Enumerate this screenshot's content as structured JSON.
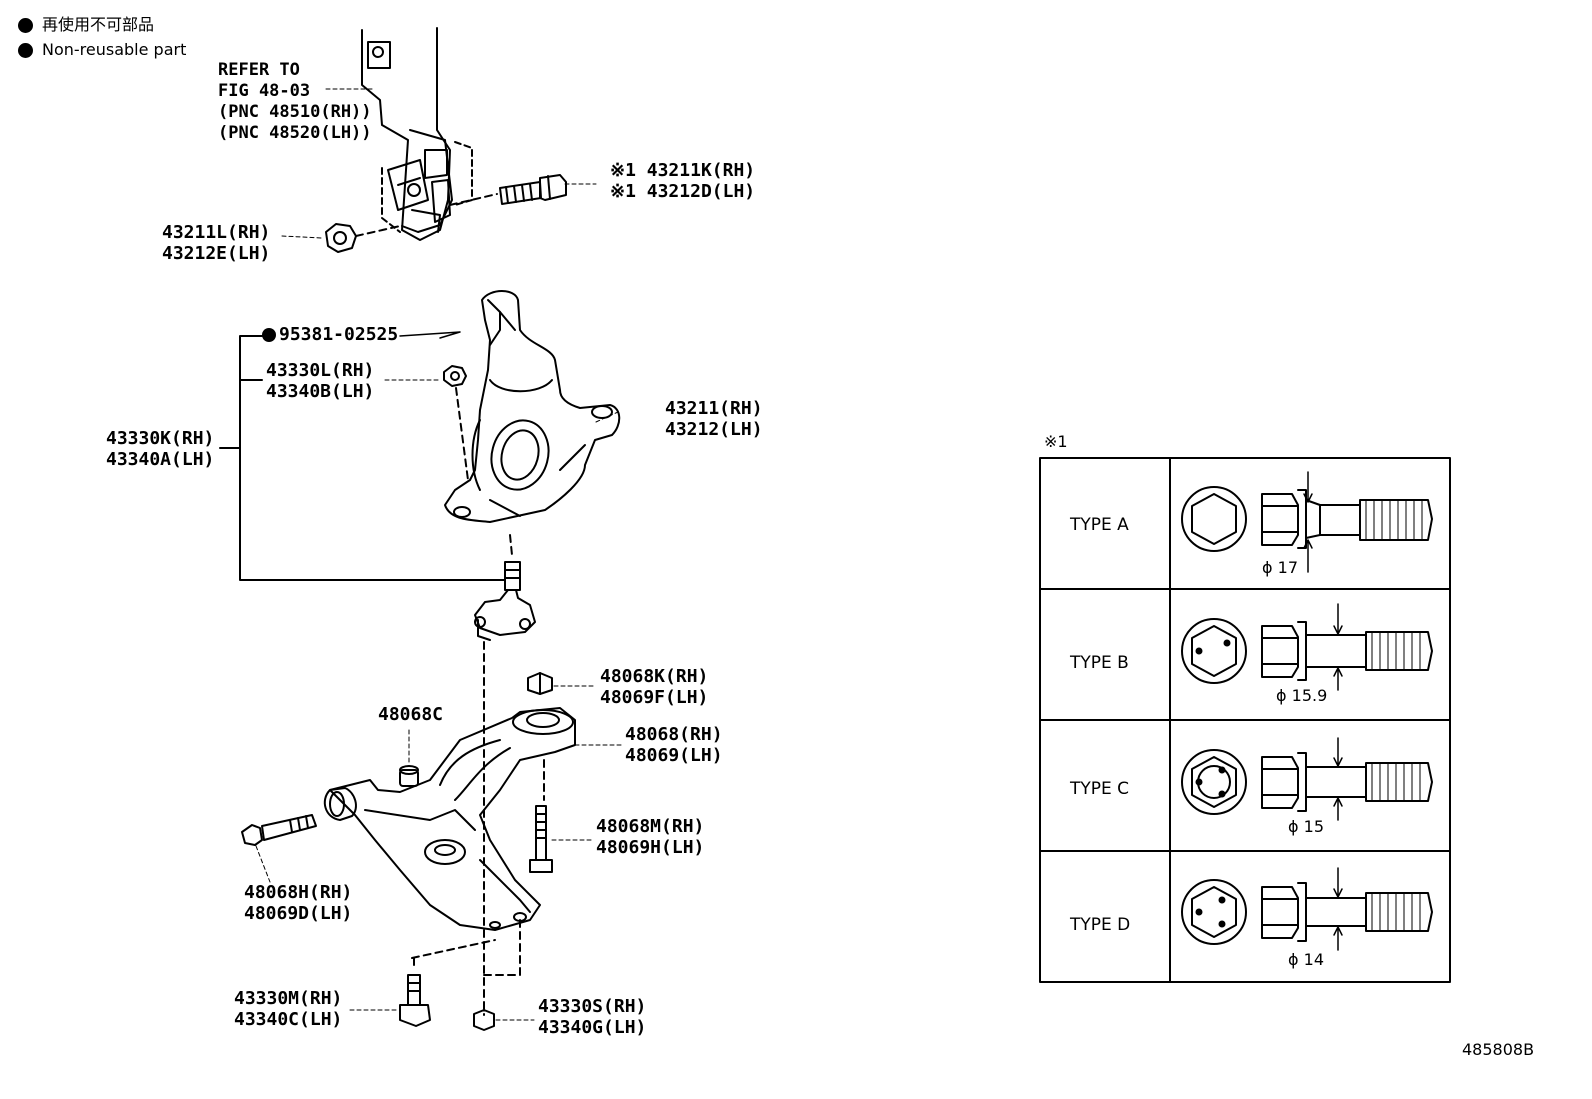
{
  "legend": {
    "jp": "再使用不可部品",
    "en": "Non-reusable part"
  },
  "refer": {
    "line1": "REFER TO",
    "line2": "FIG 48-03",
    "line3": "(PNC 48510(RH))",
    "line4": "(PNC 48520(LH))"
  },
  "labels": {
    "bolt_upper": {
      "rh": "※1 43211K(RH)",
      "lh": "※1 43212D(LH)"
    },
    "nut_upper": {
      "rh": "43211L(RH)",
      "lh": "43212E(LH)"
    },
    "pin": "95381-02525",
    "nut_knuckle": {
      "rh": "43330L(RH)",
      "lh": "43340B(LH)"
    },
    "ball_joint_assy": {
      "rh": "43330K(RH)",
      "lh": "43340A(LH)"
    },
    "knuckle": {
      "rh": "43211(RH)",
      "lh": "43212(LH)"
    },
    "nut_arm": {
      "rh": "48068K(RH)",
      "lh": "48069F(LH)"
    },
    "bushing": "48068C",
    "lower_arm": {
      "rh": "48068(RH)",
      "lh": "48069(LH)"
    },
    "bolt_rear": {
      "rh": "48068M(RH)",
      "lh": "48069H(LH)"
    },
    "bolt_front": {
      "rh": "48068H(RH)",
      "lh": "48069D(LH)"
    },
    "bolt_ball": {
      "rh": "43330M(RH)",
      "lh": "43340C(LH)"
    },
    "nut_ball": {
      "rh": "43330S(RH)",
      "lh": "43340G(LH)"
    }
  },
  "table": {
    "note": "※1",
    "rows": [
      {
        "type": "TYPE A",
        "diameter": "ϕ 17"
      },
      {
        "type": "TYPE B",
        "diameter": "ϕ 15.9"
      },
      {
        "type": "TYPE C",
        "diameter": "ϕ 15"
      },
      {
        "type": "TYPE D",
        "diameter": "ϕ 14"
      }
    ]
  },
  "figure_id": "485808B"
}
